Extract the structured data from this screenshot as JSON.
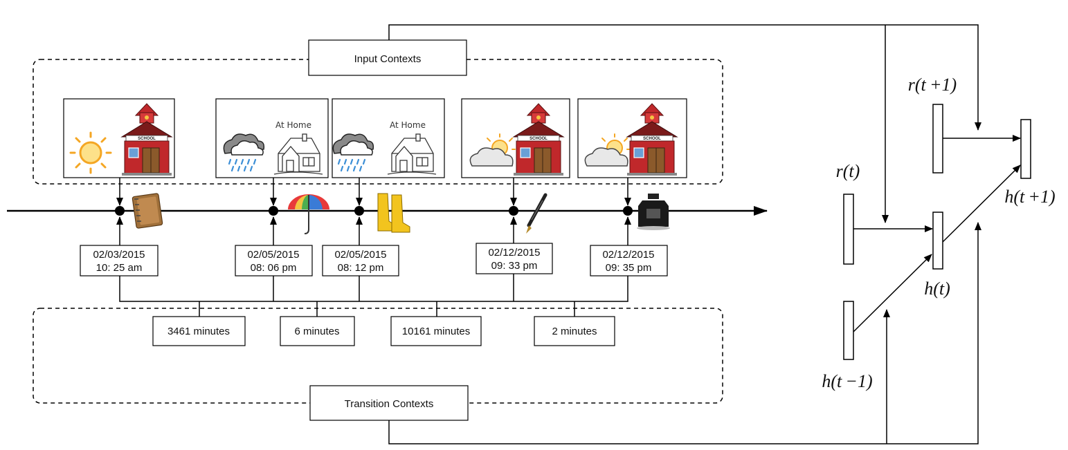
{
  "labels": {
    "input_contexts": "Input Contexts",
    "transition_contexts": "Transition Contexts"
  },
  "context_cards": [
    {
      "weather": "sunny",
      "place": "school",
      "place_text": "SCHOOL"
    },
    {
      "weather": "rainy",
      "place": "home",
      "place_text": "At Home"
    },
    {
      "weather": "rainy",
      "place": "home",
      "place_text": "At Home"
    },
    {
      "weather": "partly-cloudy",
      "place": "school",
      "place_text": "SCHOOL"
    },
    {
      "weather": "partly-cloudy",
      "place": "school",
      "place_text": "SCHOOL"
    }
  ],
  "events": [
    {
      "date": "02/03/2015",
      "time": "10: 25 am",
      "item_icon": "notebook-icon"
    },
    {
      "date": "02/05/2015",
      "time": "08: 06 pm",
      "item_icon": "umbrella-icon"
    },
    {
      "date": "02/05/2015",
      "time": "08: 12 pm",
      "item_icon": "rain-boots-icon"
    },
    {
      "date": "02/12/2015",
      "time": "09: 33 pm",
      "item_icon": "pen-icon"
    },
    {
      "date": "02/12/2015",
      "time": "09: 35 pm",
      "item_icon": "ink-bottle-icon"
    }
  ],
  "intervals": [
    "3461 minutes",
    "6 minutes",
    "10161 minutes",
    "2 minutes"
  ],
  "rnn": {
    "r_t1": "r(t +1)",
    "r_t": "r(t)",
    "h_t1": "h(t +1)",
    "h_t": "h(t)",
    "h_tm1": "h(t −1)"
  },
  "colors": {
    "line": "#000000",
    "school_red": "#c0282b",
    "sun_orange": "#f4a623",
    "cloud_grey": "#8a8a8a"
  }
}
